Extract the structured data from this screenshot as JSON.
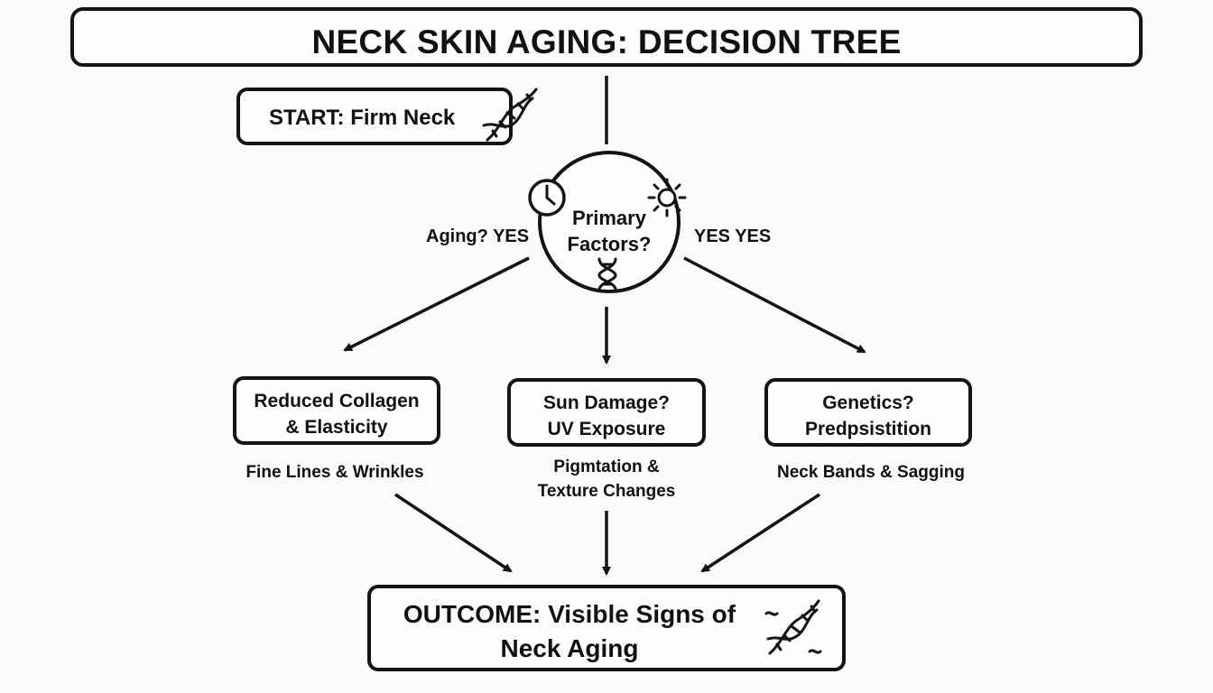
{
  "title": "NECK SKIN AGING: DECISION TREE",
  "start": {
    "label": "START: Firm Neck",
    "icon": "dna-icon"
  },
  "center": {
    "line1": "Primary",
    "line2": "Factors?",
    "icons": [
      "clock-icon",
      "sun-icon",
      "dna-icon"
    ]
  },
  "branch_labels": {
    "left": "Aging? YES",
    "right": "YES YES"
  },
  "branches": [
    {
      "line1": "Reduced Collagen",
      "line2": "& Elasticity",
      "effect_line1": "Fine Lines & Wrinkles",
      "effect_line2": ""
    },
    {
      "line1": "Sun Damage?",
      "line2": "UV Exposure",
      "effect_line1": "Pigmtation &",
      "effect_line2": "Texture Changes"
    },
    {
      "line1": "Genetics?",
      "line2": "Predpsistition",
      "effect_line1": "Neck Bands & Sagging",
      "effect_line2": ""
    }
  ],
  "outcome": {
    "line1": "OUTCOME: Visible Signs of",
    "line2": "Neck Aging",
    "icon": "dna-icon"
  },
  "colors": {
    "stroke": "#141414",
    "background": "#fbfbfb"
  }
}
